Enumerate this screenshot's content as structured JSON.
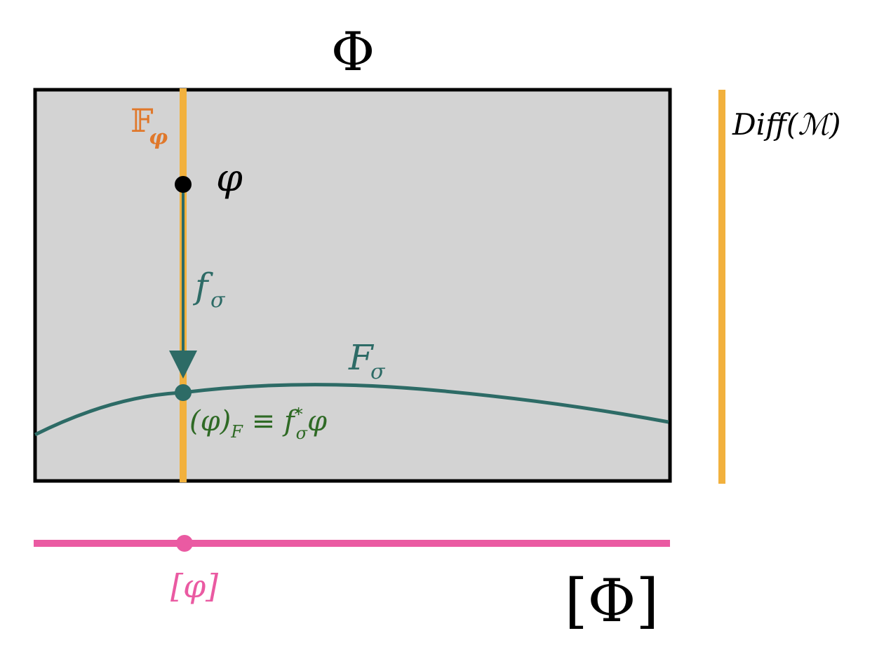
{
  "labels": {
    "top_phi": "Φ",
    "fiber_symbol": "𝔽",
    "fiber_subscript": "φ",
    "point_phi": "φ",
    "f_main": "f",
    "f_subscript": "σ",
    "F_main": "F",
    "F_subscript": "σ",
    "result_open": "(φ)",
    "result_sub_F": "F",
    "result_mid": " ≡ f",
    "result_star_sigma_sup": "*",
    "result_star_sigma_sub": "σ",
    "result_end": "φ",
    "diff_label": "Diff(ℳ)",
    "bottom_phi_bracket": "[φ]",
    "bottom_Phi_bracket": "[Φ]"
  },
  "colors": {
    "box_fill": "#d3d3d3",
    "box_stroke": "#000000",
    "orange": "#f2b13d",
    "fiber_label": "#e0782b",
    "teal": "#2d6b66",
    "green_text": "#2f6a25",
    "pink": "#ea5aa2",
    "black": "#000000"
  }
}
